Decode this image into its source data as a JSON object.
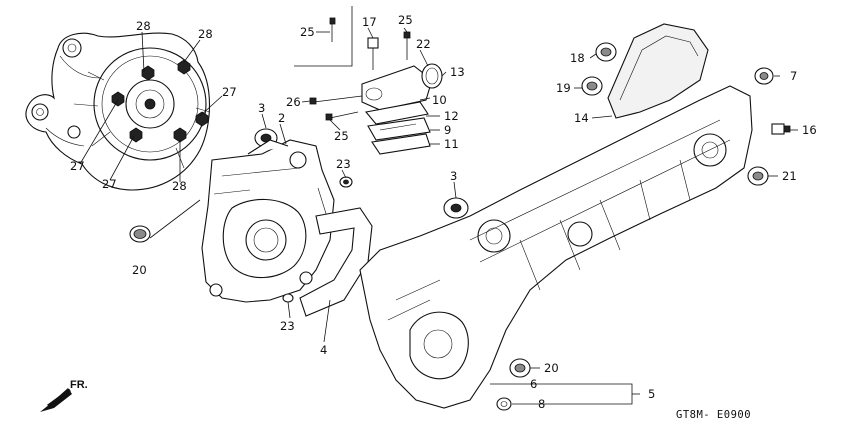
{
  "diagram": {
    "drawing_code": "GT8M- E0900",
    "direction_marker": "FR.",
    "callouts": [
      {
        "id": "28a",
        "label": "28"
      },
      {
        "id": "28b",
        "label": "28"
      },
      {
        "id": "27a",
        "label": "27"
      },
      {
        "id": "27b",
        "label": "27"
      },
      {
        "id": "27c",
        "label": "27"
      },
      {
        "id": "28c",
        "label": "28"
      },
      {
        "id": "20a",
        "label": "20"
      },
      {
        "id": "3a",
        "label": "3"
      },
      {
        "id": "2",
        "label": "2"
      },
      {
        "id": "23a",
        "label": "23"
      },
      {
        "id": "23b",
        "label": "23"
      },
      {
        "id": "4",
        "label": "4"
      },
      {
        "id": "25a",
        "label": "25"
      },
      {
        "id": "17",
        "label": "17"
      },
      {
        "id": "25b",
        "label": "25"
      },
      {
        "id": "22",
        "label": "22"
      },
      {
        "id": "13",
        "label": "13"
      },
      {
        "id": "26",
        "label": "26"
      },
      {
        "id": "10",
        "label": "10"
      },
      {
        "id": "12",
        "label": "12"
      },
      {
        "id": "25c",
        "label": "25"
      },
      {
        "id": "9",
        "label": "9"
      },
      {
        "id": "11",
        "label": "11"
      },
      {
        "id": "3b",
        "label": "3"
      },
      {
        "id": "18",
        "label": "18"
      },
      {
        "id": "19",
        "label": "19"
      },
      {
        "id": "14",
        "label": "14"
      },
      {
        "id": "7",
        "label": "7"
      },
      {
        "id": "16",
        "label": "16"
      },
      {
        "id": "21",
        "label": "21"
      },
      {
        "id": "20b",
        "label": "20"
      },
      {
        "id": "6",
        "label": "6"
      },
      {
        "id": "5",
        "label": "5"
      },
      {
        "id": "8",
        "label": "8"
      }
    ]
  }
}
